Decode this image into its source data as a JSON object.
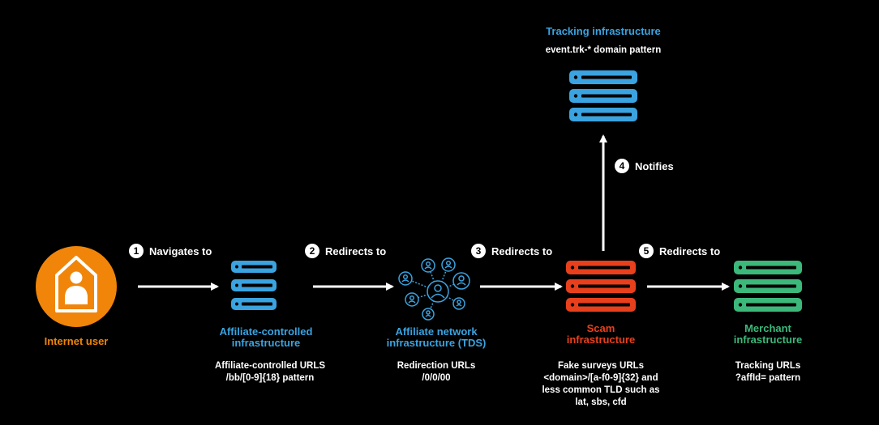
{
  "colors": {
    "user": "#f0850a",
    "affiliate": "#3aa3e0",
    "scam": "#e8401c",
    "merchant": "#3cb87a",
    "tracking": "#3aa3e0"
  },
  "nodes": {
    "internet_user": {
      "label": "Internet user",
      "icon": "user-house-icon"
    },
    "affiliate_controlled": {
      "label_line1": "Affiliate-controlled",
      "label_line2": "infrastructure",
      "desc_line1": "Affiliate-controlled URLS",
      "desc_line2": "/bb/[0-9]{18} pattern",
      "icon": "server-stack-icon"
    },
    "affiliate_network": {
      "label_line1": "Affiliate network",
      "label_line2": "infrastructure (TDS)",
      "desc_line1": "Redirection URLs",
      "desc_line2": "/0/0/00",
      "icon": "network-users-icon"
    },
    "scam": {
      "label_line1": "Scam",
      "label_line2": "infrastructure",
      "desc_line1": "Fake surveys URLs",
      "desc_line2": "<domain>/[a-f0-9]{32} and",
      "desc_line3": "less common TLD such as",
      "desc_line4": "lat, sbs, cfd",
      "icon": "server-stack-icon"
    },
    "merchant": {
      "label_line1": "Merchant",
      "label_line2": "infrastructure",
      "desc_line1": "Tracking URLs",
      "desc_line2": "?affId= pattern",
      "icon": "server-stack-icon"
    },
    "tracking": {
      "label": "Tracking infrastructure",
      "desc": "event.trk-* domain pattern",
      "icon": "server-stack-icon"
    }
  },
  "steps": [
    {
      "num": "1",
      "label": "Navigates to"
    },
    {
      "num": "2",
      "label": "Redirects to"
    },
    {
      "num": "3",
      "label": "Redirects to"
    },
    {
      "num": "4",
      "label": "Notifies"
    },
    {
      "num": "5",
      "label": "Redirects to"
    }
  ]
}
